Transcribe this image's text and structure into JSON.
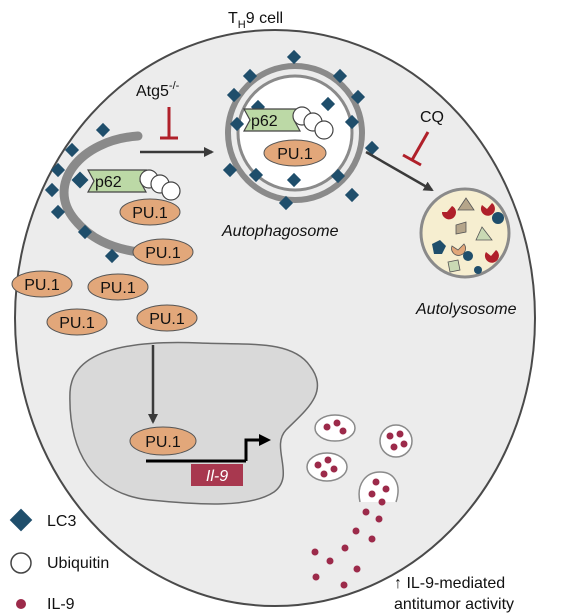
{
  "title": {
    "main": "T",
    "sub": "H",
    "rest": "9 cell"
  },
  "labels": {
    "atg5_main": "Atg5",
    "atg5_sup": "-/-",
    "cq": "CQ",
    "autophagosome": "Autophagosome",
    "autolysosome": "Autolysosome",
    "p62": "p62",
    "pu1": "PU.1",
    "il9_gene": "Il-9"
  },
  "legend": [
    {
      "label": "LC3",
      "icon": "lc3-diamond-icon"
    },
    {
      "label": "Ubiquitin",
      "icon": "ubiquitin-circle-icon"
    },
    {
      "label": "IL-9",
      "icon": "il9-dot-icon"
    }
  ],
  "outcome": {
    "line1": "↑ IL-9-mediated",
    "line2": "antitumor activity"
  },
  "colors": {
    "cell_fill": "#ececec",
    "nucleus_fill": "#d9d9d9",
    "pu1_fill": "#e2a77a",
    "p62_fill": "#bcd9a6",
    "lc3": "#1f4e6b",
    "il9": "#9c2a4a",
    "gene_box": "#a8384f",
    "inhibit": "#b0202a",
    "membrane": "#7f7f7f",
    "lysosome_fill": "#f6eed0"
  }
}
